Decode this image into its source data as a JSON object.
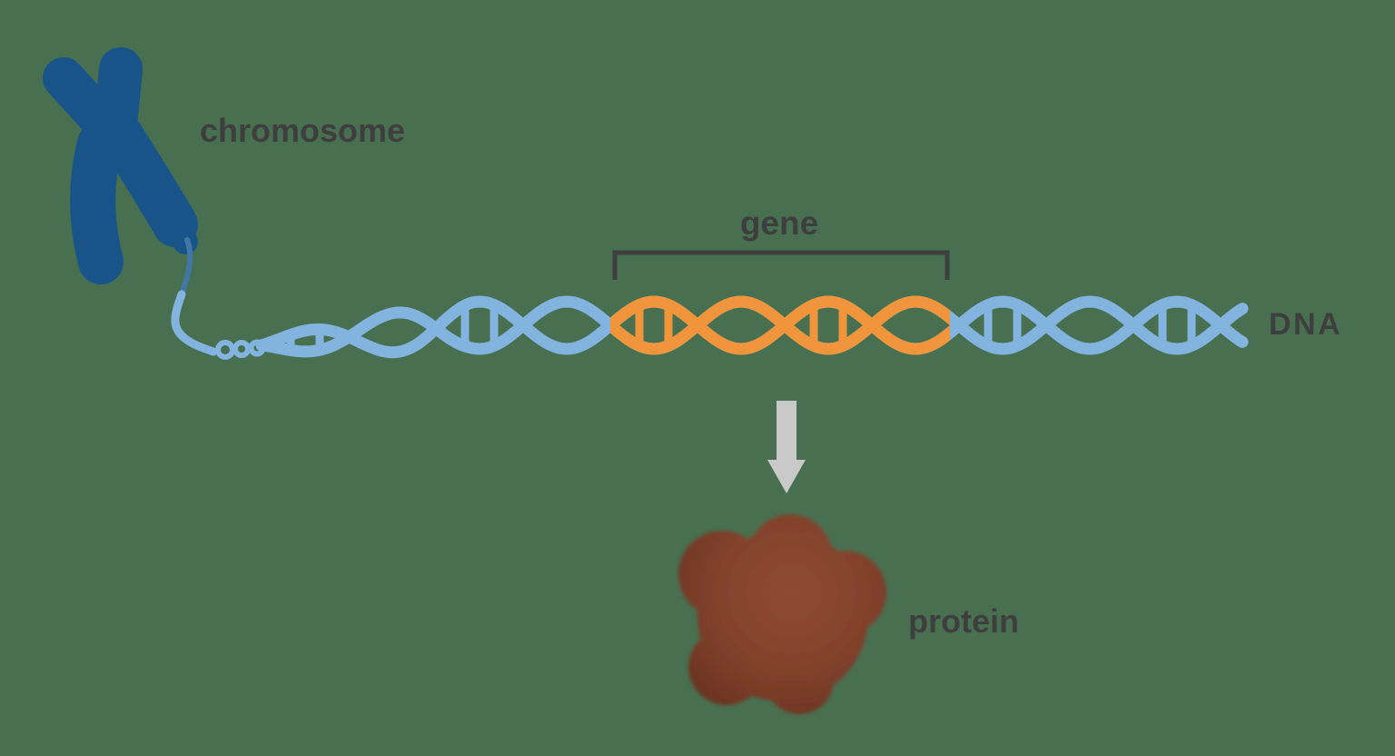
{
  "diagram_title": "chromosome to gene to protein diagram",
  "labels": {
    "chromosome": "chromosome",
    "gene": "gene",
    "dna": "DNA",
    "protein": "protein"
  },
  "colors": {
    "background": "#487050",
    "chromosome": "#185489",
    "thread_dark": "#4077A6",
    "dna_blue": "#82B4DF",
    "gene_orange": "#F0953C",
    "annotation": "#3E3E3E",
    "arrow": "#C9C9C9",
    "protein_center": "#8E4B33",
    "protein_mid": "#83422C",
    "protein_edge": "#6B3421"
  },
  "icons": {
    "chromosome": "chromosome-icon",
    "dna": "dna-double-helix-icon",
    "gene_bracket": "gene-bracket-icon",
    "arrow": "down-arrow-icon",
    "protein": "protein-blob-icon"
  }
}
